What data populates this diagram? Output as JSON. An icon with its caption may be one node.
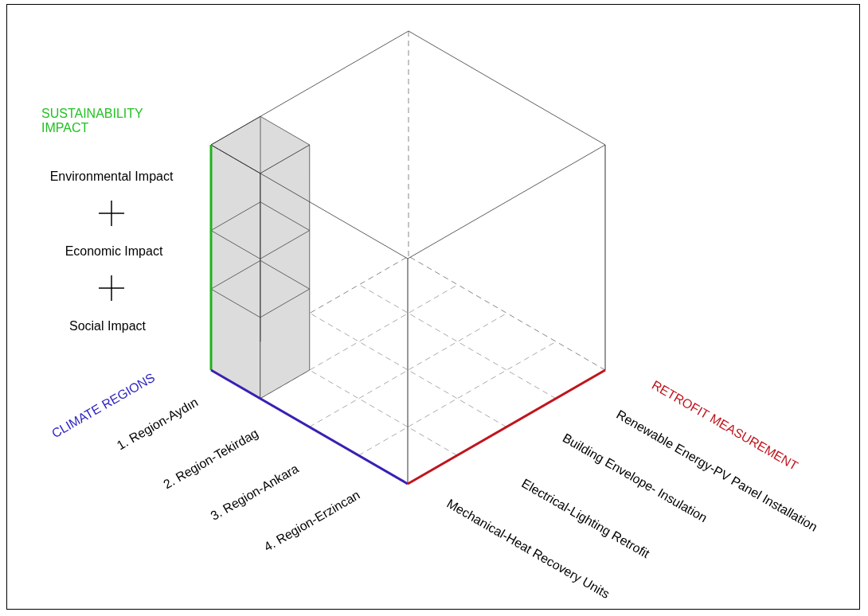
{
  "diagram": {
    "labels": [
      "SUSTAINABILITY IMPACT",
      "Environmental Impact",
      "Economic Impact",
      "Social Impact",
      "CLIMATE REGIONS",
      "1. Region-Aydın",
      "2. Region-Tekirdag",
      "3. Region-Ankara",
      "4. Region-Erzincan",
      "RETROFIT MEASUREMENT",
      "Renewable Energy-PV Panel Installation",
      "Building Envelope- Insulation",
      "Electrical-Lighting Retrofit",
      "Mechanical-Heat Recovery Units"
    ]
  }
}
